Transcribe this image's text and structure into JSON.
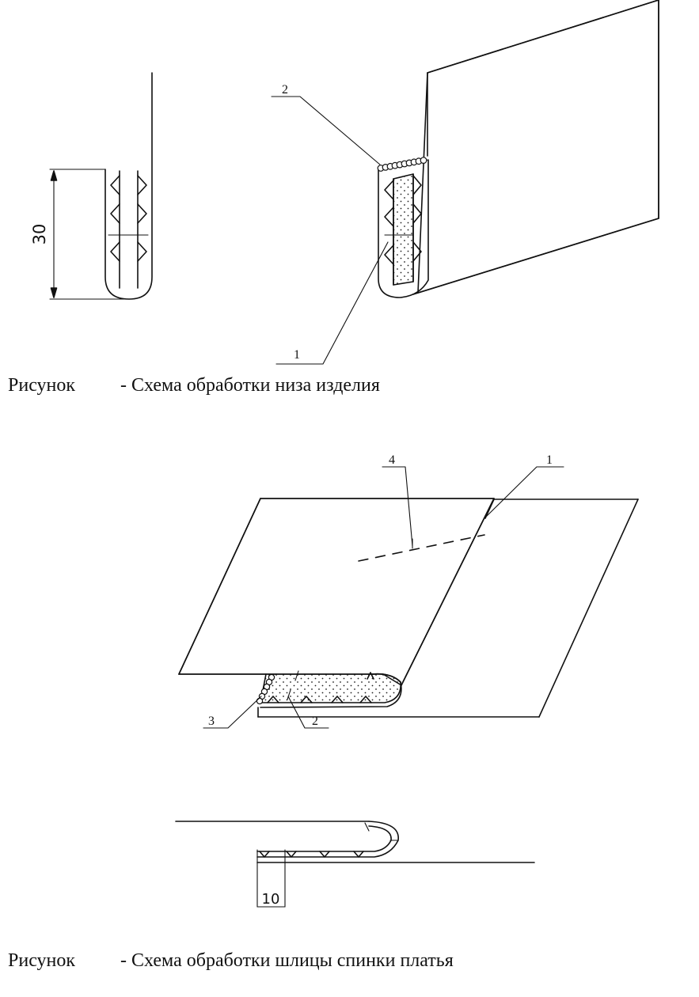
{
  "figure_1": {
    "caption_label": "Рисунок",
    "caption_text": "- Схема обработки низа изделия",
    "dimension": "30",
    "callouts": [
      "1",
      "2"
    ]
  },
  "figure_2": {
    "caption_label": "Рисунок",
    "caption_text": "- Схема обработки шлицы спинки платья",
    "dimension": "10",
    "callouts": [
      "1",
      "2",
      "3",
      "4"
    ]
  }
}
